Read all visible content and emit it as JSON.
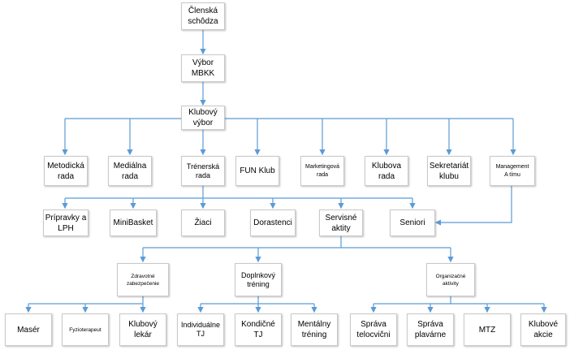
{
  "nodes": {
    "clenska_schodza": "Členská\nschôdza",
    "vybor_mbkk": "Výbor\nMBKK",
    "klubovy_vybor": "Klubový\nvýbor",
    "metodicka_rada": "Metodická\nrada",
    "medialna_rada": "Mediálna\nrada",
    "trenerska_rada": "Trénerská\nrada",
    "fun_klub": "FUN Klub",
    "marketingova_rada": "Marketingová\nrada",
    "klubova_rada": "Klubova\nrada",
    "sekretariat_klubu": "Sekretariát\nklubu",
    "management_a_timu": "Management\nA tímu",
    "pripravky_lph": "Prípravky a\nLPH",
    "minibasket": "MiniBasket",
    "ziaci": "Žiaci",
    "dorastenci": "Dorastenci",
    "servisne_aktity": "Servisné\naktity",
    "seniori": "Seniori",
    "zdravotne_zabezpecenie": "Zdravotné\nzabezpečenie",
    "doplnkovy_trening": "Doplnkový\ntréning",
    "organizacne_aktivity": "Organizačné\naktivity",
    "maser": "Masér",
    "fyzioterapeut": "Fyzioterapeut",
    "klubovy_lekar": "Klubový\nlekár",
    "individualne_tj": "Individuálne\nTJ",
    "kondicne_tj": "Kondičné\nTJ",
    "mentalny_trening": "Mentálny\ntréning",
    "sprava_telocvicni": "Správa\ntelocvični",
    "sprava_plavarne": "Správa\nplavárne",
    "mtz": "MTZ",
    "klubove_akcie": "Klubové\nakcie"
  },
  "colors": {
    "connector": "#5b9bd5",
    "box_border": "#c9c9c9"
  }
}
